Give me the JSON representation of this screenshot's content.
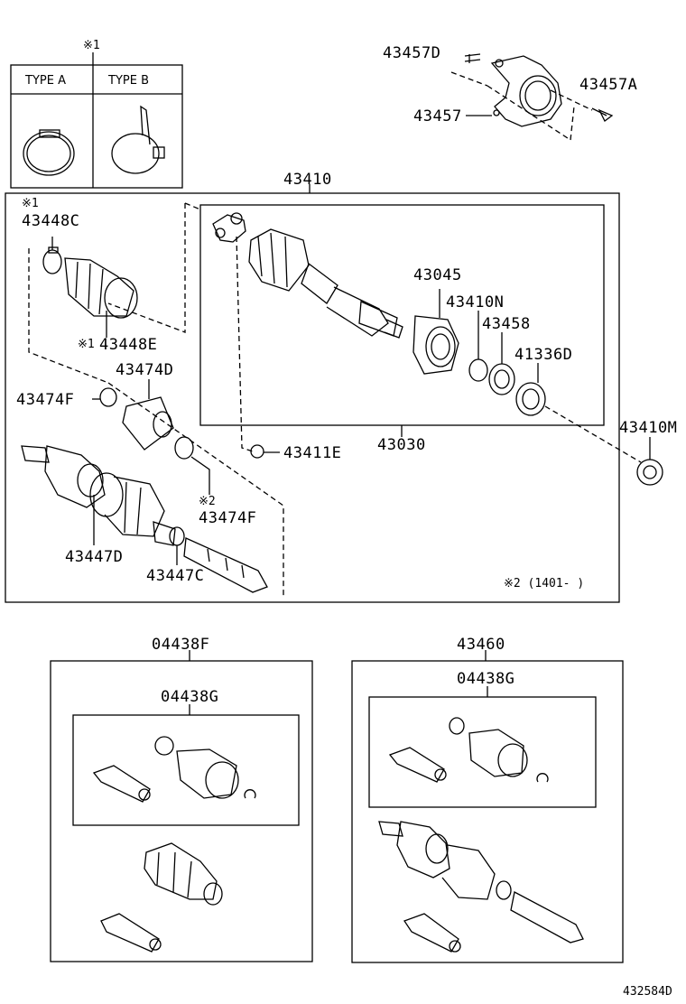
{
  "legend": {
    "mark": "※1",
    "type_a": "TYPE A",
    "type_b": "TYPE B"
  },
  "parts": {
    "p43457D": "43457D",
    "p43457A": "43457A",
    "p43457": "43457",
    "p43410": "43410",
    "mark1_top": "※1",
    "p43448C": "43448C",
    "p43448E_mark": "※1",
    "p43448E": "43448E",
    "p43474D": "43474D",
    "p43474F_left": "43474F",
    "p43045": "43045",
    "p43410N": "43410N",
    "p43458": "43458",
    "p41336D": "41336D",
    "p43410M": "43410M",
    "p43411E": "43411E",
    "p43030": "43030",
    "p43474F_mark": "※2",
    "p43474F": "43474F",
    "p43447D": "43447D",
    "p43447C": "43447C",
    "note2": "※2 (1401-   )",
    "p04438F": "04438F",
    "p04438G_left": "04438G",
    "p43460": "43460",
    "p04438G_right": "04438G"
  },
  "diagram_id": "432584D"
}
